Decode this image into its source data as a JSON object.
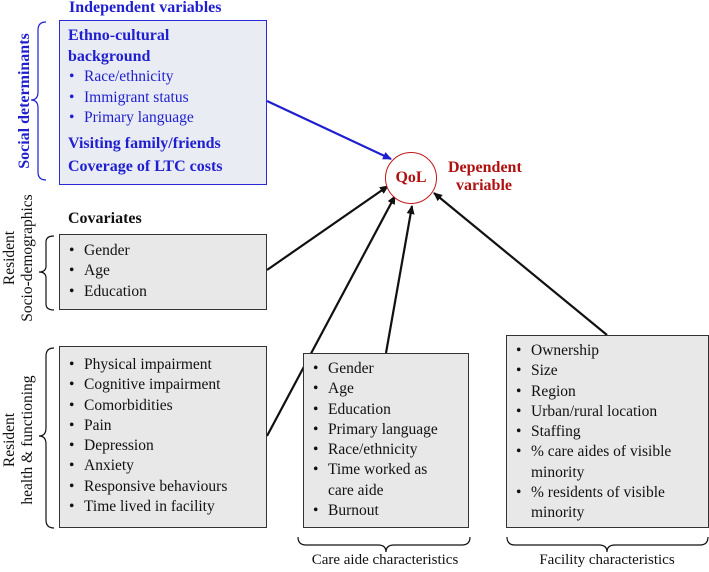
{
  "headings": {
    "independent": "Independent variables",
    "covariates": "Covariates",
    "dependent_line1": "Dependent",
    "dependent_line2": "variable"
  },
  "outcome": {
    "label": "QoL"
  },
  "side_labels": {
    "social": "Social determinants",
    "sociodemo_line1": "Resident",
    "sociodemo_line2": "Socio-demographics",
    "health_line1": "Resident",
    "health_line2": "health & functioning"
  },
  "independent_box": {
    "heading1": "Ethno-cultural",
    "heading1b": "background",
    "items": [
      "Race/ethnicity",
      "Immigrant status",
      "Primary language"
    ],
    "heading2": "Visiting family/friends",
    "heading3": "Coverage of LTC costs"
  },
  "sociodemo_box": {
    "items": [
      "Gender",
      "Age",
      "Education"
    ]
  },
  "health_box": {
    "items": [
      "Physical impairment",
      "Cognitive impairment",
      "Comorbidities",
      "Pain",
      "Depression",
      "Anxiety",
      "Responsive behaviours",
      "Time lived in facility"
    ]
  },
  "care_aide_box": {
    "items": [
      "Gender",
      "Age",
      "Education",
      "Primary language",
      "Race/ethnicity",
      "Time worked as care aide",
      "Burnout"
    ],
    "bottom_label": "Care aide characteristics"
  },
  "facility_box": {
    "items": [
      "Ownership",
      "Size",
      "Region",
      "Urban/rural location",
      "Staffing",
      "% care aides of visible minority",
      "% residents of visible minority"
    ],
    "bottom_label": "Facility characteristics"
  },
  "colors": {
    "independent": "#1f1fd0",
    "dependent": "#b01010",
    "box_fill": "#e8e8e8",
    "box_border": "#333333"
  }
}
